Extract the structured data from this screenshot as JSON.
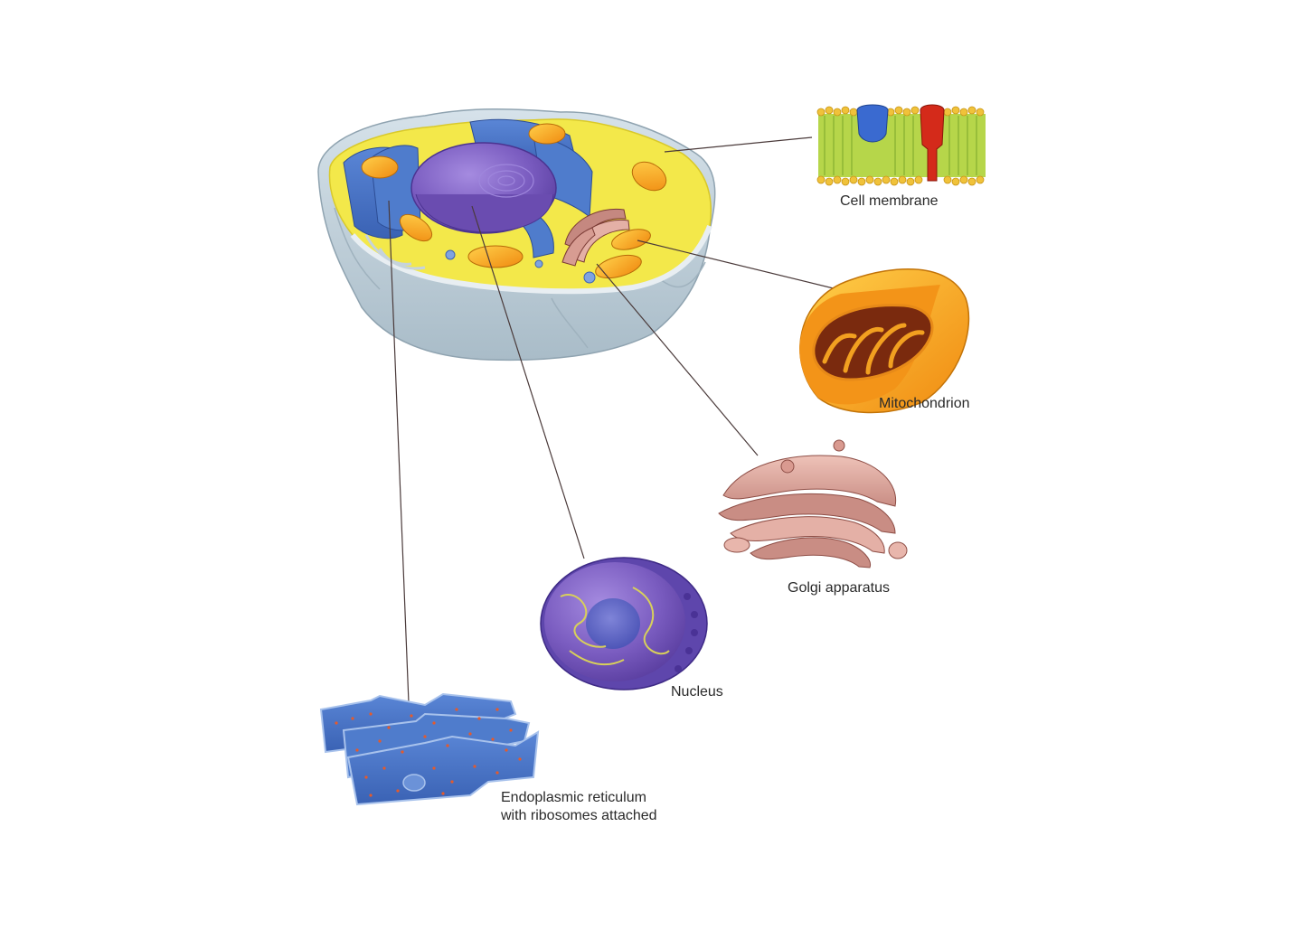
{
  "diagram": {
    "labels": {
      "cell_membrane": "Cell membrane",
      "mitochondrion": "Mitochondrion",
      "golgi": "Golgi apparatus",
      "nucleus": "Nucleus",
      "er_line1": "Endoplasmic reticulum",
      "er_line2": "with ribosomes attached"
    },
    "colors": {
      "cytoplasm": "#f3e84a",
      "cell_shell": "#bcccd6",
      "er": "#4a78c8",
      "nucleus": "#7a5cc0",
      "mitochondrion_outer": "#f4a21a",
      "mitochondrion_inner": "#8a2f10",
      "golgi": "#d9a39a",
      "membrane_lipid": "#f0c23a",
      "membrane_tail": "#9ccc3a",
      "protein_blue": "#3a6ad0",
      "protein_red": "#d42a1a",
      "leader_line": "#4a3a3a"
    }
  }
}
